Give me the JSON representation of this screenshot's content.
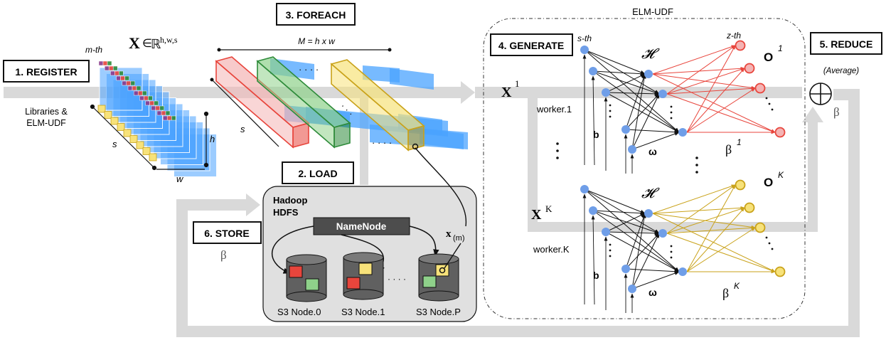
{
  "steps": {
    "register": "1. REGISTER",
    "load": "2. LOAD",
    "foreach": "3. FOREACH",
    "generate": "4. GENERATE",
    "reduce": "5. REDUCE",
    "store": "6. STORE"
  },
  "register": {
    "libraries_line1": "Libraries &",
    "libraries_line2": "ELM-UDF"
  },
  "tensor": {
    "math_X": "X",
    "math_in": "∈",
    "math_R": "ℝ",
    "math_sup": "h,w,s",
    "m_th": "m-th",
    "s": "s",
    "h": "h",
    "w": "w"
  },
  "foreach": {
    "formula": "M = h x w",
    "s": "s",
    "dots_top": "· · · ·",
    "dots_bottom": "· · · ·"
  },
  "hdfs": {
    "title_line1": "Hadoop",
    "title_line2": "HDFS",
    "namenode": "NameNode",
    "node0": "S3 Node.0",
    "node1": "S3 Node.1",
    "nodeP": "S3 Node.P",
    "dots": "· · · ·",
    "xm_x": "x",
    "xm_sub": "(m)"
  },
  "store": {
    "beta": "β"
  },
  "elm": {
    "region_title": "ELM-UDF",
    "s_th": "s-th",
    "z_th": "z-th",
    "worker1": {
      "input": "X",
      "input_sup": "1",
      "label": "worker.1",
      "hidden": "𝓗",
      "bias": "b",
      "omega": "ω",
      "output": "O",
      "output_sup": "1",
      "beta": "β",
      "beta_sup": "1"
    },
    "workerK": {
      "input": "X",
      "input_sup": "K",
      "label": "worker.K",
      "hidden": "𝓗",
      "bias": "b",
      "omega": "ω",
      "output": "O",
      "output_sup": "K",
      "beta": "β",
      "beta_sup": "K"
    }
  },
  "reduce": {
    "subtitle": "(Average)",
    "beta": "β",
    "symbol": "⊕"
  },
  "colors": {
    "gray_arrow": "#d9d9d9",
    "node_blue": "#6f9ee8",
    "red": "#e8453c",
    "red_fill": "#f4b4b4",
    "green": "#2e8b3a",
    "green_fill": "#8fd18a",
    "yellow": "#c9a21a",
    "yellow_fill": "#f7e27a",
    "purple": "#8b3a8b",
    "blue_slice": "#4aa3ff",
    "hdfs_bg": "#e0e0e0",
    "cylinder": "#606060",
    "namenode_bg": "#4d4d4d"
  }
}
